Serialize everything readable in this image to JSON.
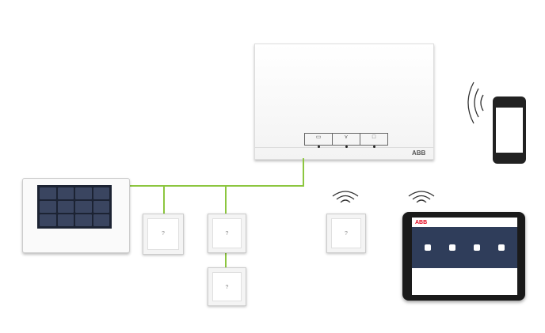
{
  "access_point": {
    "logo": "ABB",
    "buttons": [
      "wifi-setup",
      "network",
      "power"
    ]
  },
  "tablet": {
    "logo": "ABB"
  },
  "colors": {
    "bus_line": "#8cc63f",
    "tablet_header": "#2f3d5a",
    "abb_red": "#e2001a"
  }
}
